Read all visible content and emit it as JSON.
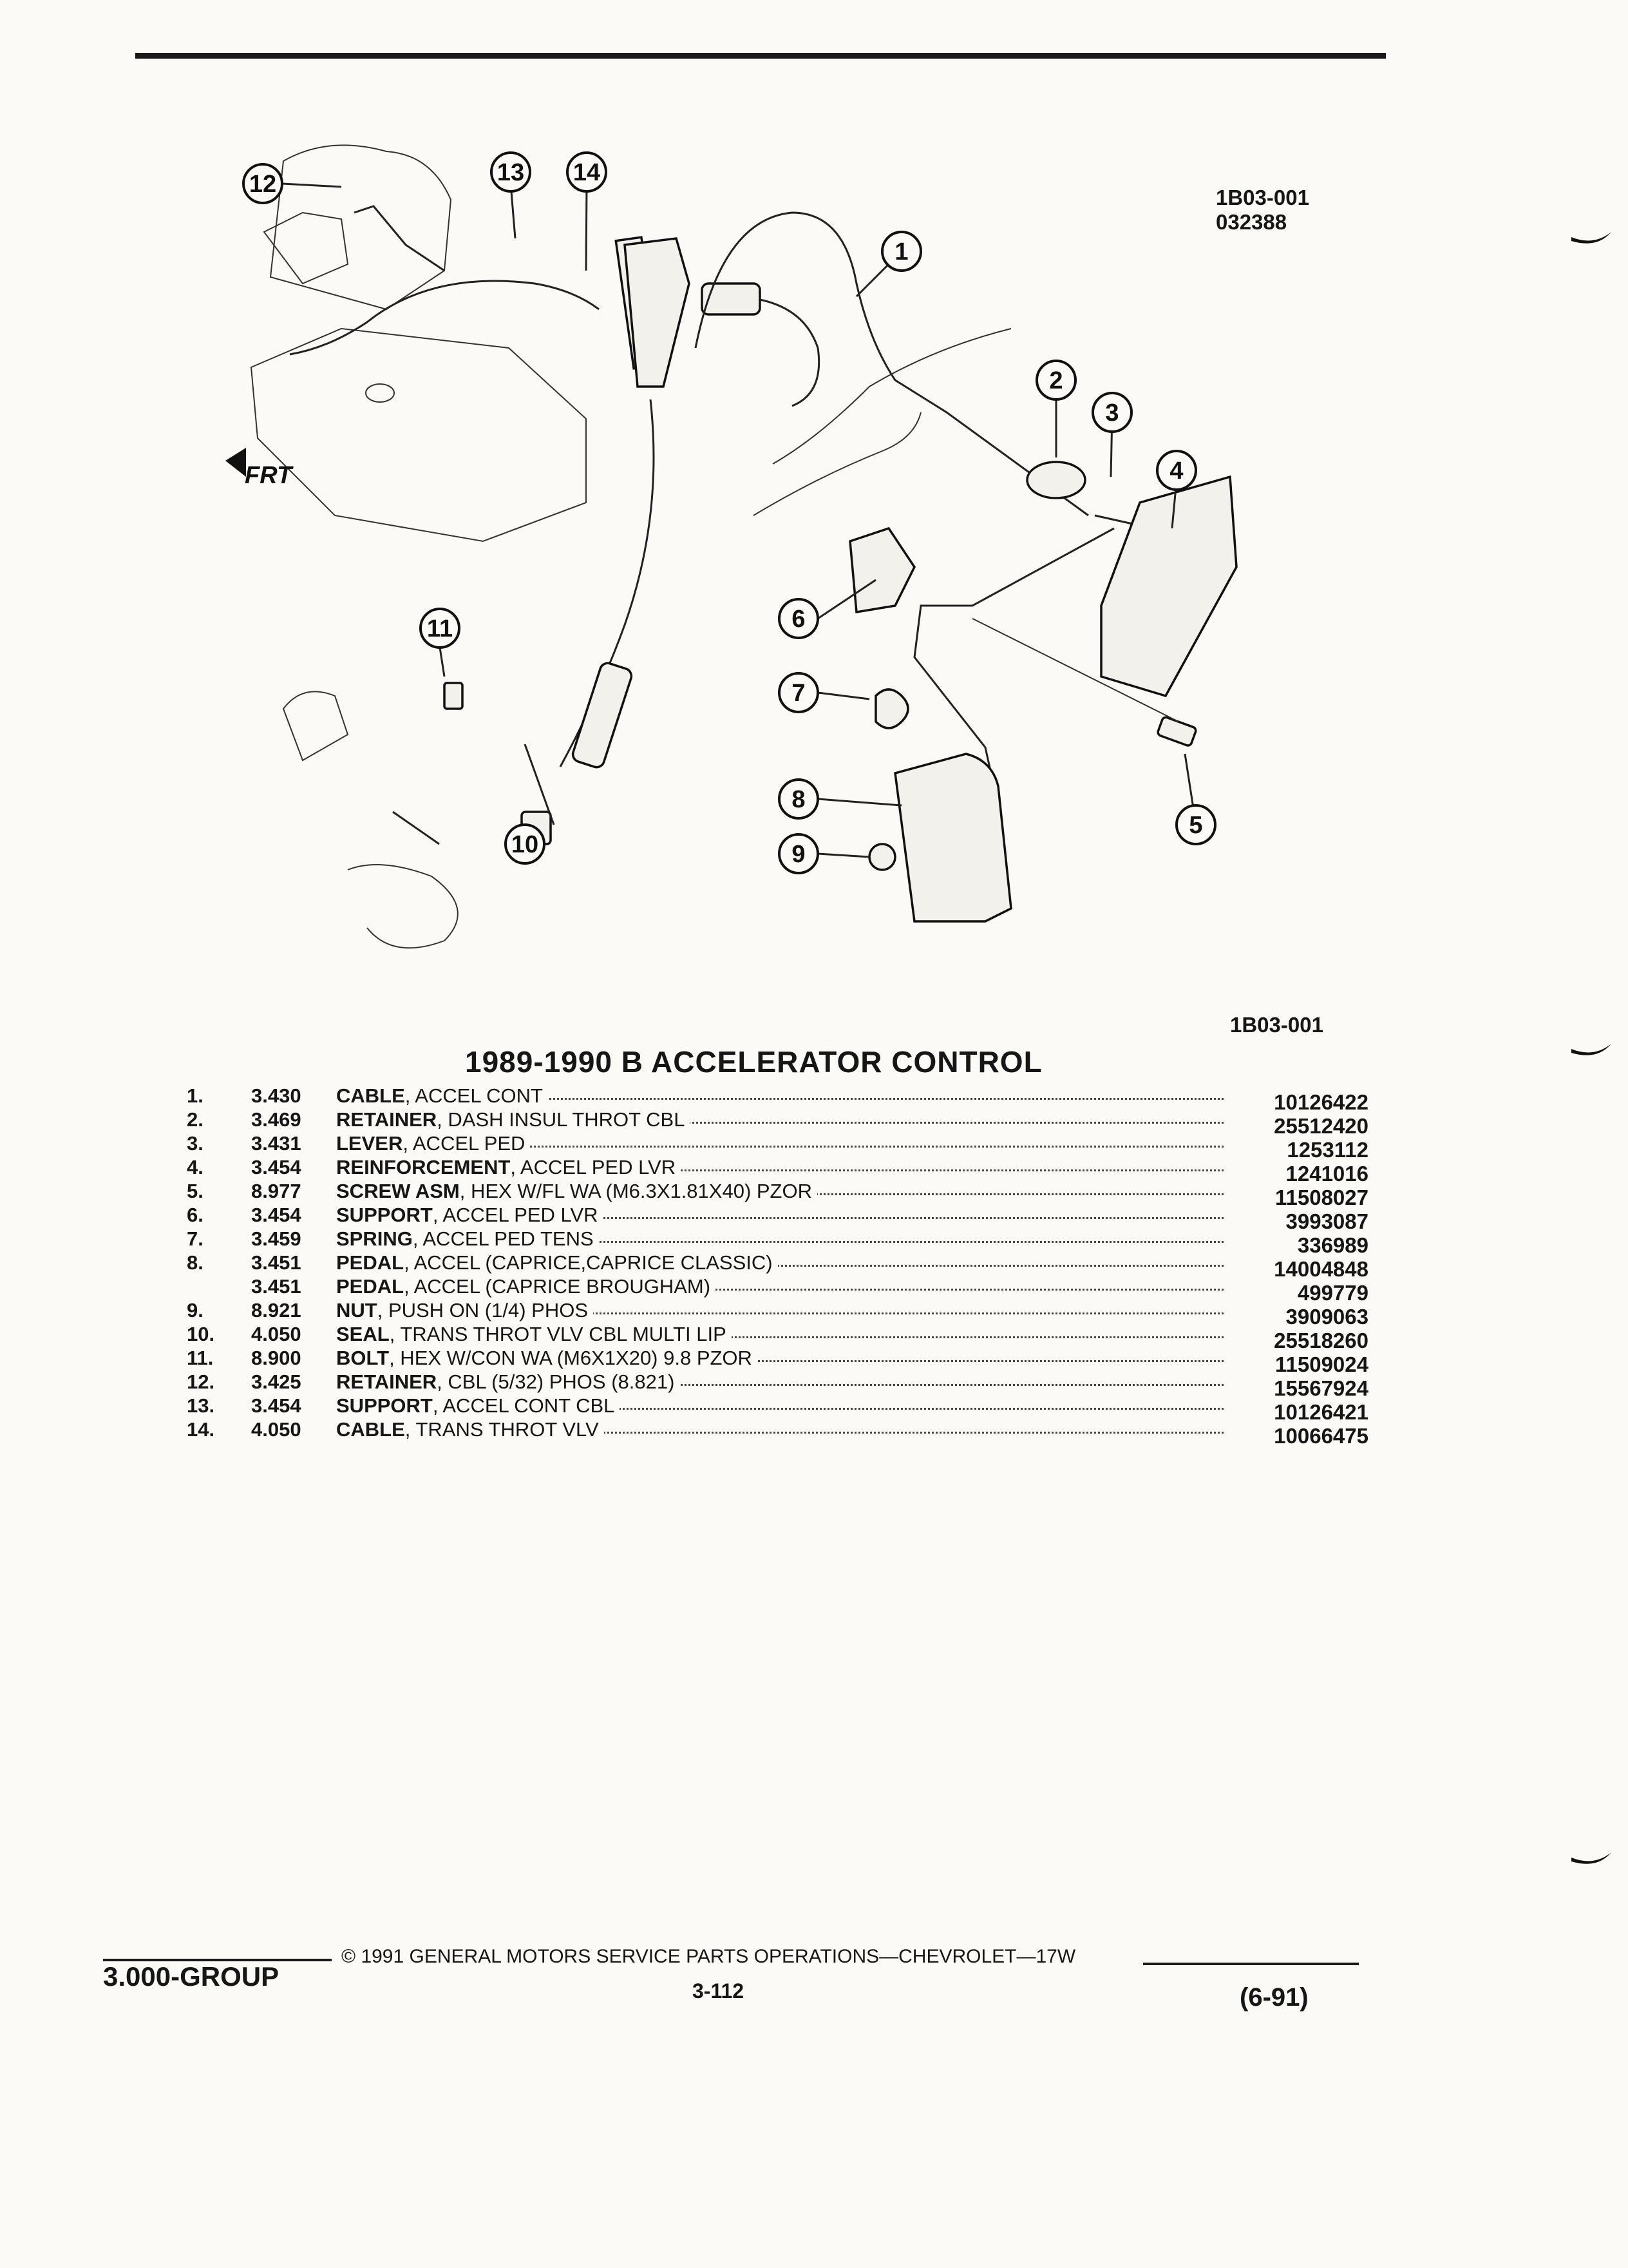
{
  "figure": {
    "id_top": "1B03-001",
    "date_code": "032388",
    "id_bottom": "1B03-001",
    "frt_label": "FRT",
    "callouts": [
      "1",
      "2",
      "3",
      "4",
      "5",
      "6",
      "7",
      "8",
      "9",
      "10",
      "11",
      "12",
      "13",
      "14"
    ]
  },
  "title": "1989-1990 B ACCELERATOR CONTROL",
  "parts": [
    {
      "num": "1.",
      "group": "3.430",
      "name": "CABLE",
      "detail": ", ACCEL CONT",
      "part_no": "10126422"
    },
    {
      "num": "2.",
      "group": "3.469",
      "name": "RETAINER",
      "detail": ", DASH INSUL THROT CBL",
      "part_no": "25512420"
    },
    {
      "num": "3.",
      "group": "3.431",
      "name": "LEVER",
      "detail": ", ACCEL PED",
      "part_no": "1253112"
    },
    {
      "num": "4.",
      "group": "3.454",
      "name": "REINFORCEMENT",
      "detail": ", ACCEL PED LVR",
      "part_no": "1241016"
    },
    {
      "num": "5.",
      "group": "8.977",
      "name": "SCREW ASM",
      "detail": ", HEX W/FL WA (M6.3X1.81X40) PZOR",
      "part_no": "11508027"
    },
    {
      "num": "6.",
      "group": "3.454",
      "name": "SUPPORT",
      "detail": ", ACCEL PED LVR",
      "part_no": "3993087"
    },
    {
      "num": "7.",
      "group": "3.459",
      "name": "SPRING",
      "detail": ", ACCEL PED TENS",
      "part_no": "336989"
    },
    {
      "num": "8.",
      "group": "3.451",
      "name": "PEDAL",
      "detail": ", ACCEL (CAPRICE,CAPRICE CLASSIC)",
      "part_no": "14004848"
    },
    {
      "num": "",
      "group": "3.451",
      "name": "PEDAL",
      "detail": ", ACCEL (CAPRICE BROUGHAM)",
      "part_no": "499779"
    },
    {
      "num": "9.",
      "group": "8.921",
      "name": "NUT",
      "detail": ", PUSH ON (1/4) PHOS",
      "part_no": "3909063"
    },
    {
      "num": "10.",
      "group": "4.050",
      "name": "SEAL",
      "detail": ", TRANS THROT VLV CBL MULTI LIP",
      "part_no": "25518260"
    },
    {
      "num": "11.",
      "group": "8.900",
      "name": "BOLT",
      "detail": ", HEX W/CON WA (M6X1X20) 9.8 PZOR",
      "part_no": "11509024"
    },
    {
      "num": "12.",
      "group": "3.425",
      "name": "RETAINER",
      "detail": ", CBL (5/32) PHOS (8.821)",
      "part_no": "15567924"
    },
    {
      "num": "13.",
      "group": "3.454",
      "name": "SUPPORT",
      "detail": ", ACCEL CONT CBL",
      "part_no": "10126421"
    },
    {
      "num": "14.",
      "group": "4.050",
      "name": "CABLE",
      "detail": ", TRANS THROT VLV",
      "part_no": "10066475"
    }
  ],
  "footer": {
    "group": "3.000-GROUP",
    "copyright": "© 1991 GENERAL MOTORS SERVICE PARTS OPERATIONS—CHEVROLET—17W",
    "page": "3-112",
    "revision": "(6-91)"
  }
}
